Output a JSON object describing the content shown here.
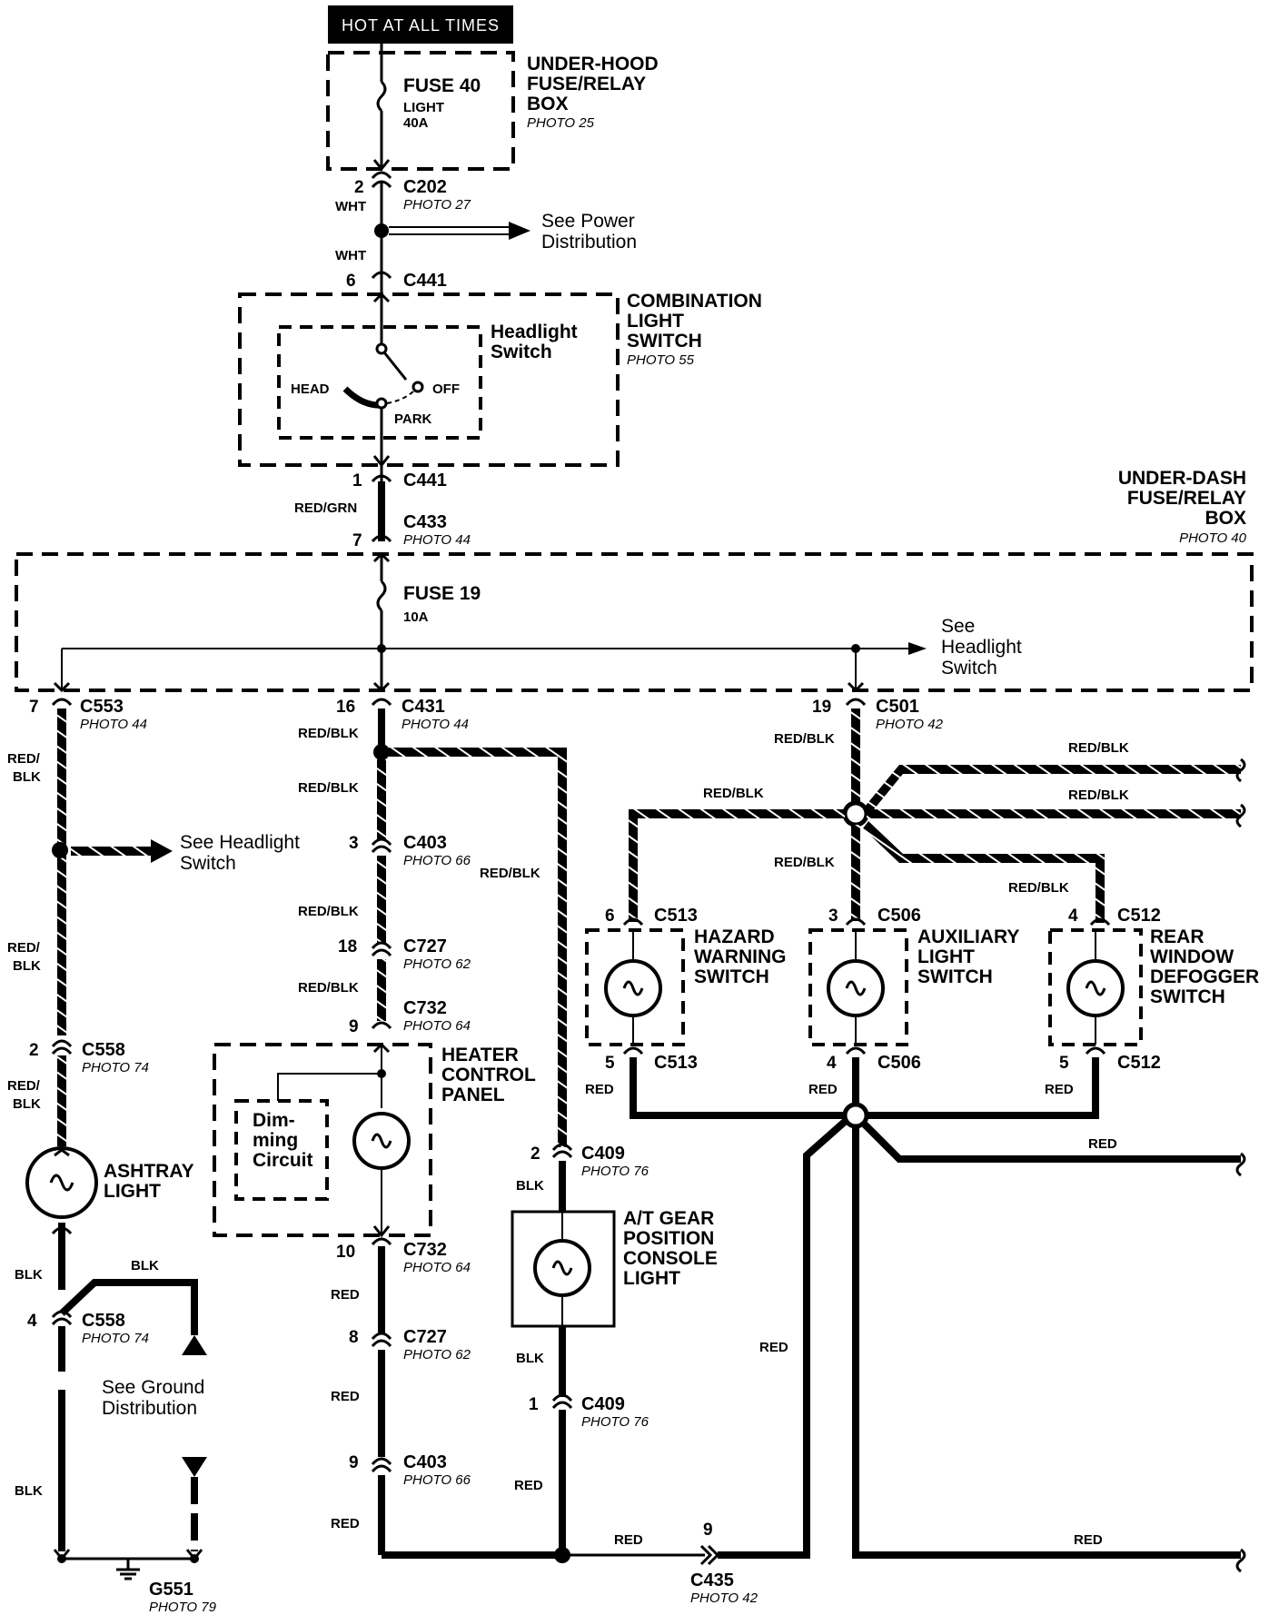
{
  "header": {
    "hot_label": "HOT AT ALL TIMES"
  },
  "under_hood_box": {
    "title": [
      "UNDER-HOOD",
      "FUSE/RELAY",
      "BOX"
    ],
    "photo": "PHOTO 25",
    "fuse": "FUSE 40",
    "fuse_desc": "LIGHT",
    "fuse_rating": "40A"
  },
  "c202": {
    "pin": "2",
    "wire": "WHT",
    "name": "C202",
    "photo": "PHOTO 27"
  },
  "power_ref": [
    "See Power",
    "Distribution"
  ],
  "wire_wht2": "WHT",
  "c441_top": {
    "pin": "6",
    "name": "C441"
  },
  "combination_switch": {
    "title": [
      "COMBINATION",
      "LIGHT",
      "SWITCH"
    ],
    "photo": "PHOTO 55",
    "inner": [
      "Headlight",
      "Switch"
    ],
    "head": "HEAD",
    "off": "OFF",
    "park": "PARK"
  },
  "c441_bot": {
    "pin": "1",
    "name": "C441",
    "wire": "RED/GRN"
  },
  "c433": {
    "pin": "7",
    "name": "C433",
    "photo": "PHOTO 44"
  },
  "under_dash_box": {
    "title": [
      "UNDER-DASH",
      "FUSE/RELAY",
      "BOX"
    ],
    "photo": "PHOTO 40",
    "fuse": "FUSE 19",
    "fuse_rating": "10A"
  },
  "headlight_ref_top": [
    "See",
    "Headlight",
    "Switch"
  ],
  "c553": {
    "pin": "7",
    "name": "C553",
    "photo": "PHOTO 44"
  },
  "c431": {
    "pin": "16",
    "name": "C431",
    "photo": "PHOTO 44"
  },
  "c501": {
    "pin": "19",
    "name": "C501",
    "photo": "PHOTO 42"
  },
  "wire_labels": {
    "red_blk": "RED/BLK",
    "red": "RED",
    "blk": "BLK",
    "red_slash": "RED/",
    "blk_only": "BLK"
  },
  "headlight_ref_left": [
    "See Headlight",
    "Switch"
  ],
  "c403_top": {
    "pin": "3",
    "name": "C403",
    "photo": "PHOTO 66"
  },
  "c727_top": {
    "pin": "18",
    "name": "C727",
    "photo": "PHOTO 62"
  },
  "c732_top": {
    "pin": "9",
    "name": "C732",
    "photo": "PHOTO 64"
  },
  "c558_top": {
    "pin": "2",
    "name": "C558",
    "photo": "PHOTO 74"
  },
  "heater_panel": {
    "title": [
      "HEATER",
      "CONTROL",
      "PANEL"
    ],
    "dimming": [
      "Dim-",
      "ming",
      "Circuit"
    ]
  },
  "ashtray": [
    "ASHTRAY",
    "LIGHT"
  ],
  "c732_bot": {
    "pin": "10",
    "name": "C732",
    "photo": "PHOTO 64"
  },
  "c558_bot": {
    "pin": "4",
    "name": "C558",
    "photo": "PHOTO 74"
  },
  "ground_ref": [
    "See Ground",
    "Distribution"
  ],
  "c727_bot": {
    "pin": "8",
    "name": "C727",
    "photo": "PHOTO 62"
  },
  "c403_bot": {
    "pin": "9",
    "name": "C403",
    "photo": "PHOTO 66"
  },
  "g551": {
    "name": "G551",
    "photo": "PHOTO 79"
  },
  "c409_top": {
    "pin": "2",
    "name": "C409",
    "photo": "PHOTO 76"
  },
  "c409_bot": {
    "pin": "1",
    "name": "C409",
    "photo": "PHOTO 76"
  },
  "at_gear": [
    "A/T GEAR",
    "POSITION",
    "CONSOLE",
    "LIGHT"
  ],
  "c435": {
    "pin": "9",
    "name": "C435",
    "photo": "PHOTO 42"
  },
  "c513_top": {
    "pin": "6",
    "name": "C513"
  },
  "c513_bot": {
    "pin": "5",
    "name": "C513"
  },
  "hazard": [
    "HAZARD",
    "WARNING",
    "SWITCH"
  ],
  "c506_top": {
    "pin": "3",
    "name": "C506"
  },
  "c506_bot": {
    "pin": "4",
    "name": "C506"
  },
  "aux": [
    "AUXILIARY",
    "LIGHT",
    "SWITCH"
  ],
  "c512_top": {
    "pin": "4",
    "name": "C512"
  },
  "c512_bot": {
    "pin": "5",
    "name": "C512"
  },
  "defogger": [
    "REAR",
    "WINDOW",
    "DEFOGGER",
    "SWITCH"
  ]
}
